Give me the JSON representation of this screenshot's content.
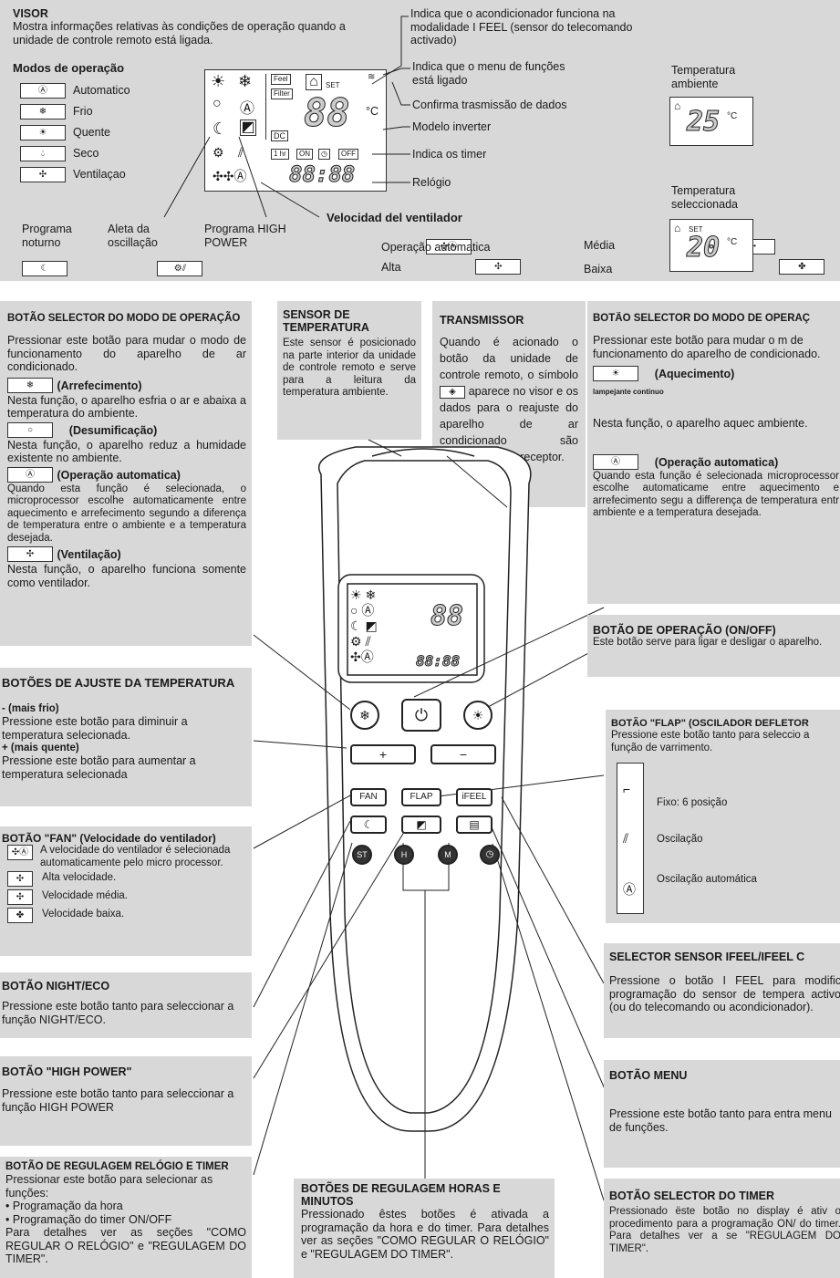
{
  "visor": {
    "title": "VISOR",
    "desc": "Mostra informações relativas às condições de operação quando a unidade de controle remoto está ligada.",
    "modes_title": "Modos de operação",
    "modes": [
      "Automatico",
      "Frio",
      "Quente",
      "Seco",
      "Ventilaçao"
    ],
    "callout_ifeel": "Indica que o acondicionador funciona na modalidade I FEEL (sensor do telecomando activado)",
    "callout_menu": "Indica que o menu de funções está ligado",
    "callout_trans": "Confirma trasmissão de dados",
    "callout_inverter": "Modelo inverter",
    "callout_timer": "Indica os timer",
    "callout_clock": "Relógio",
    "prog_noturno": "Programa noturno",
    "aleta": "Aleta da oscillação",
    "high_power": "Programa HIGH POWER",
    "fan_title": "Velocidad del ventilador",
    "fan_auto": "Operação automatica",
    "fan_alta": "Alta",
    "fan_media": "Média",
    "fan_baixa": "Baixa",
    "temp_amb": "Temperatura ambiente",
    "temp_amb_val": "25",
    "temp_sel": "Temperatura seleccionada",
    "temp_sel_val": "20",
    "lcd_feel": "Feel",
    "lcd_filter": "Filter",
    "lcd_set": "SET",
    "lcd_temp": "88",
    "lcd_unit": "°C",
    "lcd_dc": "DC",
    "lcd_1hr": "1 hr",
    "lcd_on": "ON",
    "lcd_off": "OFF",
    "lcd_clock": "88:88"
  },
  "left": {
    "mode_sel_title": "BOTÃO SELECTOR DO MODO DE OPERAÇÃO",
    "mode_sel_desc": "Pressionar este botão para mudar o modo de funcionamento do aparelho de ar condicionado.",
    "arref": "(Arrefecimento)",
    "arref_desc": "Nesta função, o aparelho esfria o ar e abaixa a temperatura do ambiente.",
    "desum": "(Desumificação)",
    "desum_desc": "Nesta função, o aparelho reduz a humidade existente no ambiente.",
    "auto": "(Operação automatica)",
    "auto_desc": "Quando esta função é selecionada, o microprocessor escolhe automaticamente entre aquecimento e arrefecimento segundo a diferença de temperatura entre o ambiente e a temperatura desejada.",
    "vent": "(Ventilação)",
    "vent_desc": "Nesta função, o aparelho funciona somente como ventilador.",
    "temp_title": "BOTÕES DE AJUSTE DA TEMPERATURA",
    "minus": "- (mais frio)",
    "minus_desc": "Pressione este botão para diminuir a temperatura selecionada.",
    "plus": "+ (mais quente)",
    "plus_desc": "Pressione este botão para aumentar a temperatura selecionada",
    "fan_title": "BOTÃO \"FAN\" (Velocidade do ventilador)",
    "fan_desc": "A velocidade do ventilador é selecionada automaticamente pelo micro processor.",
    "fan_alta": "Alta velocidade.",
    "fan_media": "Velocidade média.",
    "fan_baixa": "Velocidade baixa.",
    "night_title": "BOTÃO NIGHT/ECO",
    "night_desc": "Pressione este botão tanto para seleccionar a função NIGHT/ECO.",
    "hp_title": "BOTÃO \"HIGH POWER\"",
    "hp_desc": "Pressione este botão tanto para seleccionar a função HIGH POWER",
    "clock_title": "BOTÃO DE REGULAGEM RELÓGIO E TIMER",
    "clock_desc": "Pressionar este botão para selecionar as funções:",
    "clock_b1": "• Programação da hora",
    "clock_b2": "• Programação do timer ON/OFF",
    "clock_more": "Para detalhes ver as seções \"COMO REGULAR O RELÓGIO\" e \"REGULAGEM DO TIMER\"."
  },
  "center": {
    "sensor_title": "SENSOR DE TEMPERATURA",
    "sensor_desc": "Este sensor é posicionado na parte interior da unidade de controle remoto e serve para a leitura da temperatura ambiente.",
    "trans_title": "TRANSMISSOR",
    "trans_desc1": "Quando é acionado o botão da unidade de controle remoto, o símbolo",
    "trans_desc2": "aparece no visor e os dados para o reajuste do aparelho de ar condicionado são transmitidos ao receptor.",
    "hm_title": "BOTÕES DE REGULAGEM HORAS E MINUTOS",
    "hm_desc": "Pressionado êstes botões é ativada a programação da hora e do timer. Para detalhes ver as seções \"COMO REGULAR O RELÓGIO\" e \"REGULAGEM DO TIMER\".",
    "btn_plus": "+",
    "btn_minus": "−",
    "btn_fan": "FAN",
    "btn_flap": "FLAP",
    "btn_ifeel": "iFEEL",
    "btn_st": "ST",
    "btn_h": "H",
    "btn_m": "M"
  },
  "right": {
    "mode_title": "BOTÃO SELECTOR DO MODO DE OPERAÇ",
    "mode_desc": "Pressionar este botão para mudar o m de funcionamento do aparelho de condicionado.",
    "aquec": "(Aquecimento)",
    "lampejante": "lampejante continuo",
    "aquec_desc": "Nesta função, o aparelho aquec ambiente.",
    "auto": "(Operação automatica)",
    "auto_desc": "Quando esta função é selecionada microprocessor escolhe automaticame entre aquecimento e arrefecimento segu a differença de temperatura entr ambiente e a temperatura desejada.",
    "onoff_title": "BOTÃO DE OPERAÇÃO (ON/OFF)",
    "onoff_desc": "Este botão serve para ligar e desligar o aparelho.",
    "flap_title": "BOTÃO \"FLAP\" (OSCILADOR DEFLETOR",
    "flap_desc": "Pressione este botão tanto para seleccio a função de varrimento.",
    "flap_fixo": "Fixo: 6 posição",
    "flap_osc": "Oscilação",
    "flap_auto": "Oscilação automática",
    "ifeel_title": "SELECTOR SENSOR IFEEL/IFEEL C",
    "ifeel_desc": "Pressione o botão I FEEL para modific programação do sensor de tempera activo (ou do telecomando ou acondicionador).",
    "menu_title": "BOTÃO MENU",
    "menu_desc": "Pressione este botão tanto para entra menu de funções.",
    "timer_title": "BOTÃO SELECTOR DO TIMER",
    "timer_desc": "Pressionado ëste botão no display é ativ o procedimento para a programação ON/ do timer. Para detalhes ver a se \"REGULAGEM DO TIMER\"."
  }
}
